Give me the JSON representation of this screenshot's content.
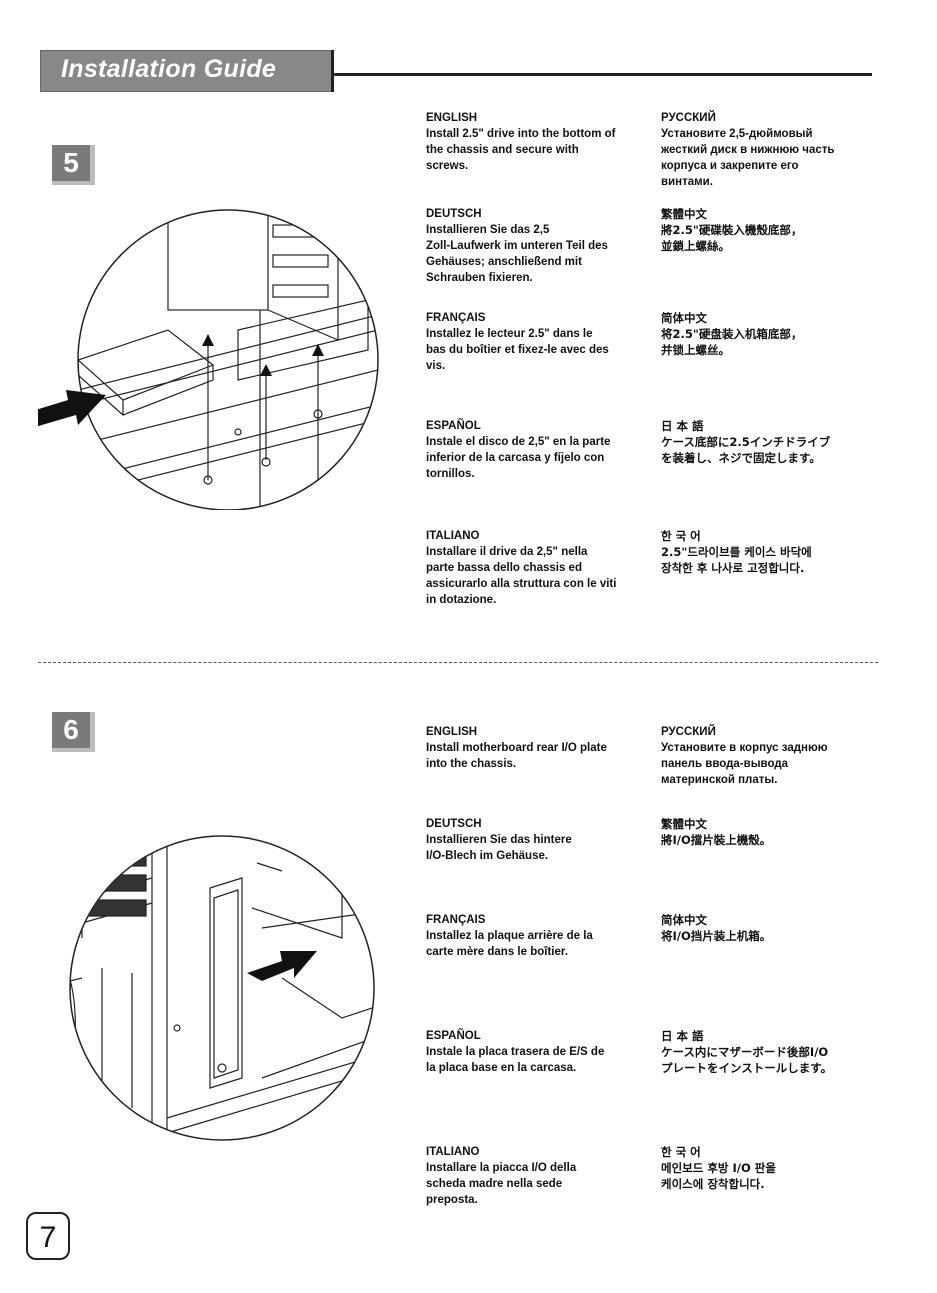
{
  "header": {
    "title": "Installation Guide"
  },
  "page_number": "7",
  "steps": [
    {
      "number": "5",
      "blocks": [
        {
          "lang": "ENGLISH",
          "text": "Install 2.5\" drive into the bottom of\nthe chassis and secure with\nscrews."
        },
        {
          "lang": "РУССКИЙ",
          "text": "Установите 2,5-дюймовый\nжесткий диск в нижнюю часть\nкорпуса и закрепите его\nвинтами."
        },
        {
          "lang": "DEUTSCH",
          "text": "Installieren Sie das 2,5\nZoll-Laufwerk im unteren Teil des\nGehäuses; anschließend mit\nSchrauben fixieren."
        },
        {
          "lang": "繁體中文",
          "text": "將2.5\"硬碟裝入機殼底部，\n並鎖上螺絲。"
        },
        {
          "lang": "FRANÇAIS",
          "text": "Installez le lecteur 2.5\" dans le\nbas du boîtier et fixez-le avec des\nvis."
        },
        {
          "lang": "简体中文",
          "text": "将2.5\"硬盘装入机箱底部，\n并锁上螺丝。"
        },
        {
          "lang": "ESPAÑOL",
          "text": "Instale el disco de 2,5\" en la parte\ninferior de la carcasa y fíjelo con\ntornillos."
        },
        {
          "lang": "日 本 語",
          "text": "ケース底部に2.5インチドライブ\nを装着し、ネジで固定します。"
        },
        {
          "lang": "ITALIANO",
          "text": "Installare il drive da 2,5\" nella\nparte bassa dello chassis ed\nassicurarlo alla struttura con le viti\nin dotazione."
        },
        {
          "lang": "한 국 어",
          "text": "2.5\"드라이브를 케이스 바닥에\n장착한 후 나사로 고정합니다."
        }
      ]
    },
    {
      "number": "6",
      "blocks": [
        {
          "lang": "ENGLISH",
          "text": "Install motherboard rear I/O plate\ninto the chassis."
        },
        {
          "lang": "РУССКИЙ",
          "text": "Установите в корпус заднюю\nпанель ввода-вывода\nматеринской платы."
        },
        {
          "lang": "DEUTSCH",
          "text": "Installieren Sie das hintere\nI/O-Blech im Gehäuse."
        },
        {
          "lang": "繁體中文",
          "text": "將I/O擋片裝上機殼。"
        },
        {
          "lang": "FRANÇAIS",
          "text": "Installez la plaque arrière de la\ncarte mère dans le boîtier."
        },
        {
          "lang": "简体中文",
          "text": "将I/O挡片装上机箱。"
        },
        {
          "lang": "ESPAÑOL",
          "text": "Instale la placa trasera de E/S de\nla placa base en la carcasa."
        },
        {
          "lang": "日 本 語",
          "text": "ケース内にマザーボード後部I/O\nプレートをインストールします。"
        },
        {
          "lang": "ITALIANO",
          "text": "Installare la piacca I/O della\nscheda madre nella sede\npreposta."
        },
        {
          "lang": "한 국 어",
          "text": "메인보드 후방 I/O 판을\n케이스에 장착합니다."
        }
      ]
    }
  ]
}
